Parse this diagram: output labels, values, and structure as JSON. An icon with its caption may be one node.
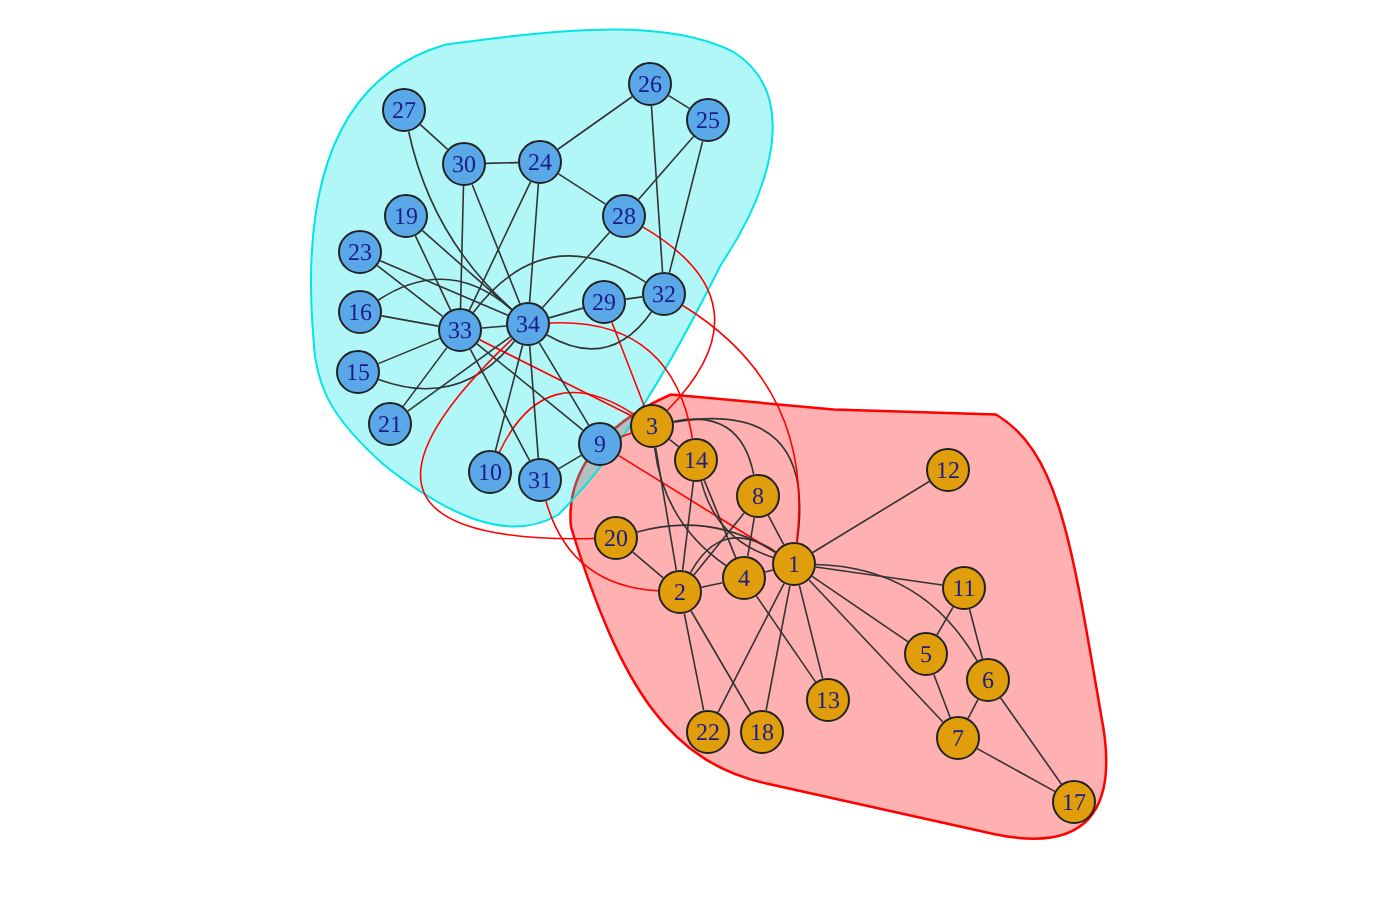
{
  "diagram": {
    "nodes": [
      {
        "text": [
          "1"
        ]
      },
      {
        "text": [
          "2"
        ]
      },
      {
        "text": [
          "3"
        ]
      },
      {
        "text": [
          "4"
        ]
      },
      {
        "text": [
          "5"
        ]
      },
      {
        "text": [
          "6"
        ]
      },
      {
        "text": [
          "7"
        ]
      },
      {
        "text": [
          "8"
        ]
      },
      {
        "text": [
          "9"
        ]
      },
      {
        "text": [
          "10"
        ]
      },
      {
        "text": [
          "11"
        ]
      },
      {
        "text": [
          "12"
        ]
      },
      {
        "text": [
          "13"
        ]
      },
      {
        "text": [
          "14"
        ]
      },
      {
        "text": [
          "15"
        ]
      },
      {
        "text": [
          "16"
        ]
      },
      {
        "text": [
          "17"
        ]
      },
      {
        "text": [
          "18"
        ]
      },
      {
        "text": [
          "19"
        ]
      },
      {
        "text": [
          "20"
        ]
      },
      {
        "text": [
          "21"
        ]
      },
      {
        "text": [
          "22"
        ]
      },
      {
        "text": [
          "23"
        ]
      },
      {
        "text": [
          "24"
        ]
      },
      {
        "text": [
          "25"
        ]
      },
      {
        "text": [
          "26"
        ]
      },
      {
        "text": [
          "27"
        ]
      },
      {
        "text": [
          "28"
        ]
      },
      {
        "text": [
          "29"
        ]
      },
      {
        "text": [
          "30"
        ]
      },
      {
        "text": [
          "31"
        ]
      },
      {
        "text": [
          "32"
        ]
      },
      {
        "text": [
          "33"
        ]
      },
      {
        "text": [
          "34"
        ]
      }
    ],
    "edges": [
      {
        "from": 0,
        "to": 1,
        "arrow": "none"
      },
      {
        "from": 0,
        "to": 2,
        "arrow": "none"
      },
      {
        "from": 0,
        "to": 3,
        "arrow": "none"
      },
      {
        "from": 0,
        "to": 4,
        "arrow": "none"
      },
      {
        "from": 0,
        "to": 5,
        "arrow": "none"
      },
      {
        "from": 0,
        "to": 6,
        "arrow": "none"
      },
      {
        "from": 0,
        "to": 7,
        "arrow": "none"
      },
      {
        "from": 0,
        "to": 8,
        "arrow": "none",
        "color": "#ff0000"
      },
      {
        "from": 0,
        "to": 10,
        "arrow": "none"
      },
      {
        "from": 0,
        "to": 11,
        "arrow": "none"
      },
      {
        "from": 0,
        "to": 12,
        "arrow": "none"
      },
      {
        "from": 0,
        "to": 13,
        "arrow": "none"
      },
      {
        "from": 0,
        "to": 17,
        "arrow": "none"
      },
      {
        "from": 0,
        "to": 19,
        "arrow": "none"
      },
      {
        "from": 0,
        "to": 21,
        "arrow": "none"
      },
      {
        "from": 0,
        "to": 31,
        "arrow": "none",
        "color": "#ff0000"
      },
      {
        "from": 1,
        "to": 2,
        "arrow": "none"
      },
      {
        "from": 1,
        "to": 3,
        "arrow": "none"
      },
      {
        "from": 1,
        "to": 7,
        "arrow": "none"
      },
      {
        "from": 1,
        "to": 13,
        "arrow": "none"
      },
      {
        "from": 1,
        "to": 17,
        "arrow": "none"
      },
      {
        "from": 1,
        "to": 19,
        "arrow": "none"
      },
      {
        "from": 1,
        "to": 21,
        "arrow": "none"
      },
      {
        "from": 1,
        "to": 30,
        "arrow": "none",
        "color": "#ff0000"
      },
      {
        "from": 2,
        "to": 3,
        "arrow": "none"
      },
      {
        "from": 2,
        "to": 7,
        "arrow": "none"
      },
      {
        "from": 2,
        "to": 8,
        "arrow": "none",
        "color": "#ff0000"
      },
      {
        "from": 2,
        "to": 9,
        "arrow": "none",
        "color": "#ff0000"
      },
      {
        "from": 2,
        "to": 13,
        "arrow": "none"
      },
      {
        "from": 2,
        "to": 27,
        "arrow": "none",
        "color": "#ff0000"
      },
      {
        "from": 2,
        "to": 28,
        "arrow": "none",
        "color": "#ff0000"
      },
      {
        "from": 2,
        "to": 32,
        "arrow": "none",
        "color": "#ff0000"
      },
      {
        "from": 3,
        "to": 7,
        "arrow": "none"
      },
      {
        "from": 3,
        "to": 12,
        "arrow": "none"
      },
      {
        "from": 3,
        "to": 13,
        "arrow": "none"
      },
      {
        "from": 4,
        "to": 6,
        "arrow": "none"
      },
      {
        "from": 4,
        "to": 10,
        "arrow": "none"
      },
      {
        "from": 5,
        "to": 6,
        "arrow": "none"
      },
      {
        "from": 5,
        "to": 10,
        "arrow": "none"
      },
      {
        "from": 5,
        "to": 16,
        "arrow": "none"
      },
      {
        "from": 6,
        "to": 16,
        "arrow": "none"
      },
      {
        "from": 8,
        "to": 30,
        "arrow": "none"
      },
      {
        "from": 8,
        "to": 32,
        "arrow": "none"
      },
      {
        "from": 8,
        "to": 33,
        "arrow": "none"
      },
      {
        "from": 9,
        "to": 33,
        "arrow": "none"
      },
      {
        "from": 13,
        "to": 33,
        "arrow": "none",
        "color": "#ff0000"
      },
      {
        "from": 14,
        "to": 32,
        "arrow": "none"
      },
      {
        "from": 14,
        "to": 33,
        "arrow": "none"
      },
      {
        "from": 15,
        "to": 32,
        "arrow": "none"
      },
      {
        "from": 15,
        "to": 33,
        "arrow": "none"
      },
      {
        "from": 18,
        "to": 32,
        "arrow": "none"
      },
      {
        "from": 18,
        "to": 33,
        "arrow": "none"
      },
      {
        "from": 19,
        "to": 33,
        "arrow": "none",
        "color": "#ff0000"
      },
      {
        "from": 20,
        "to": 32,
        "arrow": "none"
      },
      {
        "from": 20,
        "to": 33,
        "arrow": "none"
      },
      {
        "from": 22,
        "to": 32,
        "arrow": "none"
      },
      {
        "from": 22,
        "to": 33,
        "arrow": "none"
      },
      {
        "from": 23,
        "to": 25,
        "arrow": "none"
      },
      {
        "from": 23,
        "to": 27,
        "arrow": "none"
      },
      {
        "from": 23,
        "to": 29,
        "arrow": "none"
      },
      {
        "from": 23,
        "to": 32,
        "arrow": "none"
      },
      {
        "from": 23,
        "to": 33,
        "arrow": "none"
      },
      {
        "from": 24,
        "to": 25,
        "arrow": "none"
      },
      {
        "from": 24,
        "to": 27,
        "arrow": "none"
      },
      {
        "from": 24,
        "to": 31,
        "arrow": "none"
      },
      {
        "from": 25,
        "to": 31,
        "arrow": "none"
      },
      {
        "from": 26,
        "to": 29,
        "arrow": "none"
      },
      {
        "from": 26,
        "to": 33,
        "arrow": "none"
      },
      {
        "from": 27,
        "to": 33,
        "arrow": "none"
      },
      {
        "from": 28,
        "to": 31,
        "arrow": "none"
      },
      {
        "from": 28,
        "to": 33,
        "arrow": "none"
      },
      {
        "from": 29,
        "to": 32,
        "arrow": "none"
      },
      {
        "from": 29,
        "to": 33,
        "arrow": "none"
      },
      {
        "from": 30,
        "to": 32,
        "arrow": "none"
      },
      {
        "from": 30,
        "to": 33,
        "arrow": "none"
      },
      {
        "from": 31,
        "to": 32,
        "arrow": "none"
      },
      {
        "from": 31,
        "to": 33,
        "arrow": "none"
      },
      {
        "from": 32,
        "to": 33,
        "arrow": "none"
      }
    ]
  }
}
